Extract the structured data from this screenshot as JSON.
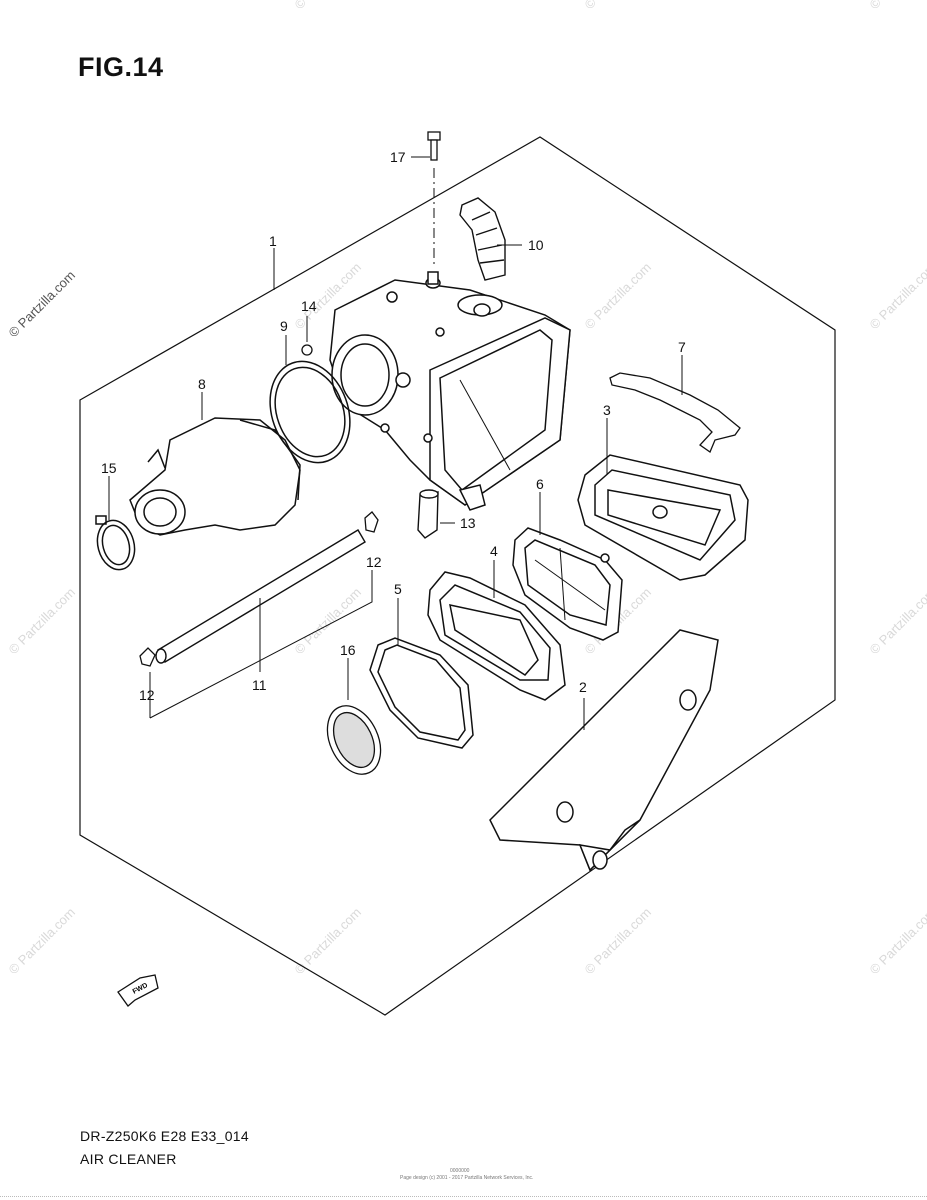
{
  "figure": {
    "title": "FIG.14",
    "model_code": "DR-Z250K6 E28 E33_014",
    "name": "AIR CLEANER",
    "page_id": "0000000",
    "credit": "Page design (c) 2001 - 2017 Partzilla Network Services, Inc.",
    "fwd_label": "FWD"
  },
  "watermark": {
    "text": "© Partzilla.com"
  },
  "callouts": [
    {
      "id": "c1",
      "label": "1"
    },
    {
      "id": "c2",
      "label": "2"
    },
    {
      "id": "c3",
      "label": "3"
    },
    {
      "id": "c4",
      "label": "4"
    },
    {
      "id": "c5",
      "label": "5"
    },
    {
      "id": "c6",
      "label": "6"
    },
    {
      "id": "c7",
      "label": "7"
    },
    {
      "id": "c8",
      "label": "8"
    },
    {
      "id": "c9",
      "label": "9"
    },
    {
      "id": "c10",
      "label": "10"
    },
    {
      "id": "c11",
      "label": "11"
    },
    {
      "id": "c12a",
      "label": "12"
    },
    {
      "id": "c12b",
      "label": "12"
    },
    {
      "id": "c13",
      "label": "13"
    },
    {
      "id": "c14",
      "label": "14"
    },
    {
      "id": "c15",
      "label": "15"
    },
    {
      "id": "c16",
      "label": "16"
    },
    {
      "id": "c17",
      "label": "17"
    }
  ]
}
